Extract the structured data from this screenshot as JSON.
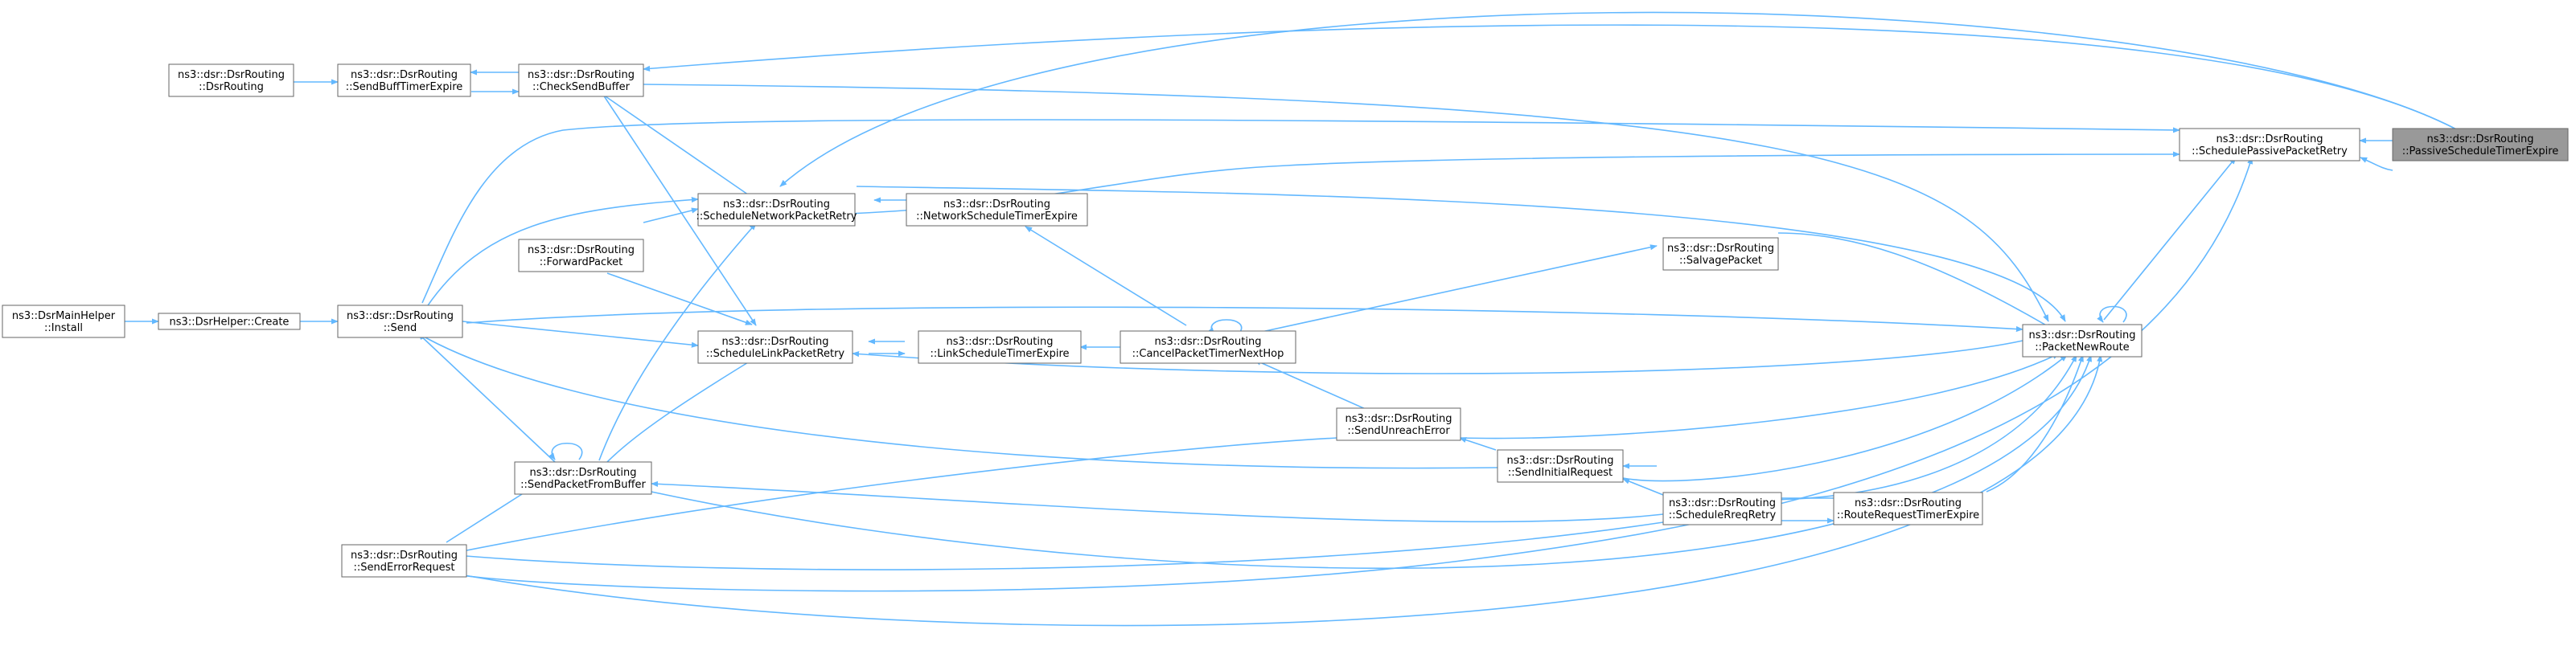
{
  "graph": {
    "type": "doxygen-caller-graph",
    "colors": {
      "edge": "#63b8ff",
      "node_border": "#666666",
      "node_fill": "#ffffff",
      "highlight_fill": "#999999",
      "text": "#000000"
    },
    "nodes": [
      {
        "id": "passive_timer",
        "lines": [
          "ns3::dsr::DsrRouting",
          "::PassiveScheduleTimerExpire"
        ],
        "highlight": true
      },
      {
        "id": "schedule_passive",
        "lines": [
          "ns3::dsr::DsrRouting",
          "::SchedulePassivePacketRetry"
        ]
      },
      {
        "id": "packet_new_route",
        "lines": [
          "ns3::dsr::DsrRouting",
          "::PacketNewRoute"
        ]
      },
      {
        "id": "check_send_buffer",
        "lines": [
          "ns3::dsr::DsrRouting",
          "::CheckSendBuffer"
        ]
      },
      {
        "id": "send_buff_timer",
        "lines": [
          "ns3::dsr::DsrRouting",
          "::SendBuffTimerExpire"
        ]
      },
      {
        "id": "dsr_routing",
        "lines": [
          "ns3::dsr::DsrRouting",
          "::DsrRouting"
        ]
      },
      {
        "id": "schedule_network",
        "lines": [
          "ns3::dsr::DsrRouting",
          "::ScheduleNetworkPacketRetry"
        ]
      },
      {
        "id": "network_timer",
        "lines": [
          "ns3::dsr::DsrRouting",
          "::NetworkScheduleTimerExpire"
        ]
      },
      {
        "id": "forward_packet",
        "lines": [
          "ns3::dsr::DsrRouting",
          "::ForwardPacket"
        ]
      },
      {
        "id": "salvage_packet",
        "lines": [
          "ns3::dsr::DsrRouting",
          "::SalvagePacket"
        ]
      },
      {
        "id": "main_helper_install",
        "lines": [
          "ns3::DsrMainHelper",
          "::Install"
        ]
      },
      {
        "id": "helper_create",
        "lines": [
          "ns3::DsrHelper::Create"
        ]
      },
      {
        "id": "send",
        "lines": [
          "ns3::dsr::DsrRouting",
          "::Send"
        ]
      },
      {
        "id": "schedule_link",
        "lines": [
          "ns3::dsr::DsrRouting",
          "::ScheduleLinkPacketRetry"
        ]
      },
      {
        "id": "link_timer",
        "lines": [
          "ns3::dsr::DsrRouting",
          "::LinkScheduleTimerExpire"
        ]
      },
      {
        "id": "cancel_timer",
        "lines": [
          "ns3::dsr::DsrRouting",
          "::CancelPacketTimerNextHop"
        ]
      },
      {
        "id": "send_unreach",
        "lines": [
          "ns3::dsr::DsrRouting",
          "::SendUnreachError"
        ]
      },
      {
        "id": "send_initial",
        "lines": [
          "ns3::dsr::DsrRouting",
          "::SendInitialRequest"
        ]
      },
      {
        "id": "send_from_buffer",
        "lines": [
          "ns3::dsr::DsrRouting",
          "::SendPacketFromBuffer"
        ]
      },
      {
        "id": "schedule_rreq",
        "lines": [
          "ns3::dsr::DsrRouting",
          "::ScheduleRreqRetry"
        ]
      },
      {
        "id": "route_request_timer",
        "lines": [
          "ns3::dsr::DsrRouting",
          "::RouteRequestTimerExpire"
        ]
      },
      {
        "id": "send_error_request",
        "lines": [
          "ns3::dsr::DsrRouting",
          "::SendErrorRequest"
        ]
      }
    ]
  }
}
